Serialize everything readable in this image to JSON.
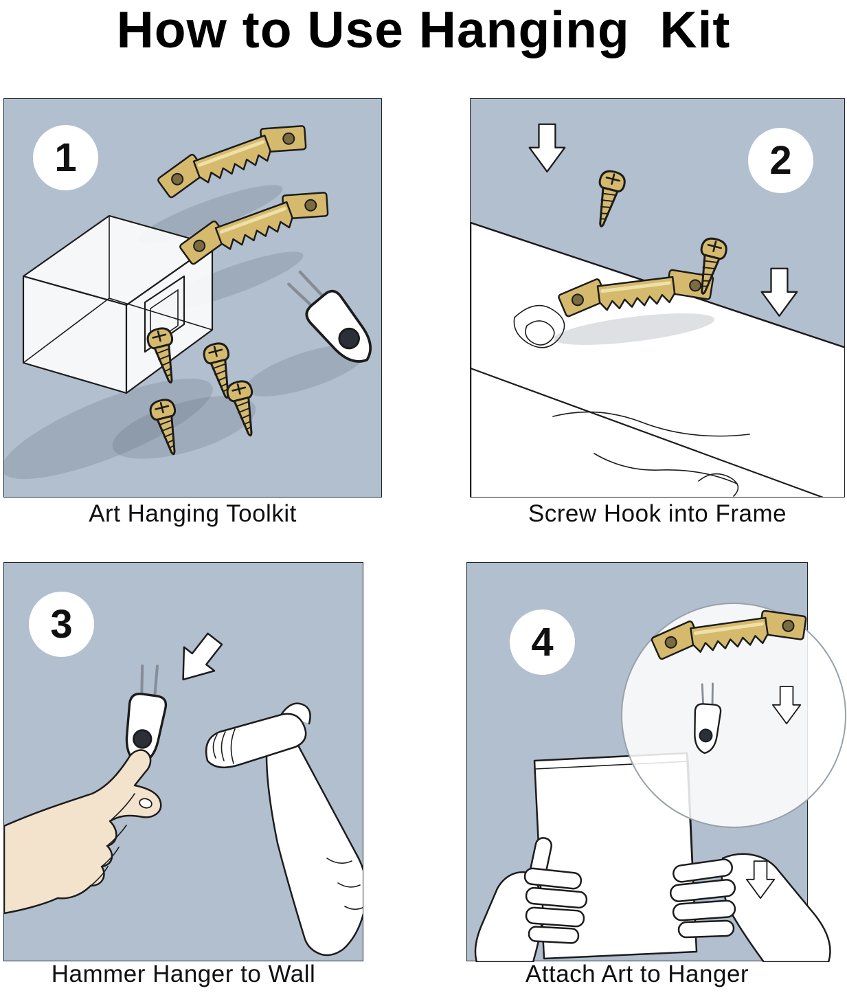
{
  "title": "How to Use Hanging  Kit",
  "panels": [
    {
      "number": "1",
      "caption": "Art Hanging Toolkit"
    },
    {
      "number": "2",
      "caption": "Screw Hook into Frame"
    },
    {
      "number": "3",
      "caption": "Hammer Hanger to Wall"
    },
    {
      "number": "4",
      "caption": "Attach Art to Hanger"
    }
  ],
  "colors": {
    "background": "#ffffff",
    "panel_background": "#b1bfce",
    "brass": "#d5ba6e",
    "brass_shine": "#efe0a8",
    "outline": "#1c1c1c",
    "skin": "#f4e3cc"
  }
}
